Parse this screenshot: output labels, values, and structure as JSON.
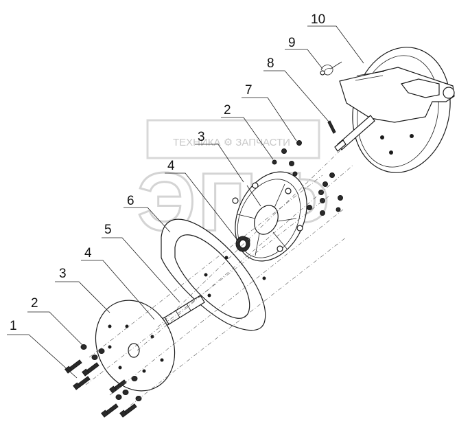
{
  "watermark": {
    "text": "ТЕХНИКА ⚙ ЗАПЧАСТИ",
    "letters": "ЭПФ"
  },
  "callouts": [
    {
      "id": "c1",
      "label": "1"
    },
    {
      "id": "c2a",
      "label": "2"
    },
    {
      "id": "c3a",
      "label": "3"
    },
    {
      "id": "c4a",
      "label": "4"
    },
    {
      "id": "c5",
      "label": "5"
    },
    {
      "id": "c6",
      "label": "6"
    },
    {
      "id": "c4b",
      "label": "4"
    },
    {
      "id": "c3b",
      "label": "3"
    },
    {
      "id": "c2b",
      "label": "2"
    },
    {
      "id": "c7",
      "label": "7"
    },
    {
      "id": "c8",
      "label": "8"
    },
    {
      "id": "c9",
      "label": "9"
    },
    {
      "id": "c10",
      "label": "10"
    }
  ]
}
